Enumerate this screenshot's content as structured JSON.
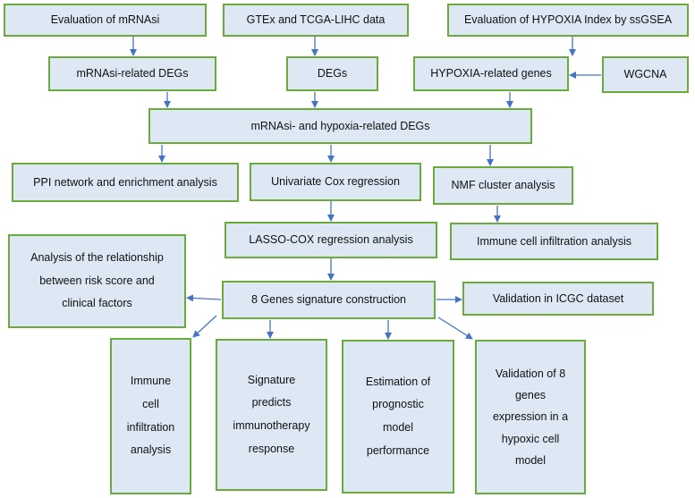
{
  "nodes": {
    "mrnasi_eval": "Evaluation of mRNAsi",
    "gtex_tcga": "GTEx and TCGA-LIHC data",
    "hypoxia_eval": "Evaluation of HYPOXIA Index by ssGSEA",
    "mrnasi_degs": "mRNAsi-related DEGs",
    "degs": "DEGs",
    "hypoxia_genes": "HYPOXIA-related genes",
    "wgcna": "WGCNA",
    "combined_degs": "mRNAsi- and hypoxia-related DEGs",
    "ppi": "PPI network and enrichment analysis",
    "univariate_cox": "Univariate Cox regression",
    "nmf": "NMF cluster analysis",
    "lasso_cox": "LASSO-COX regression analysis",
    "immune_infiltration_top": "Immune cell infiltration analysis",
    "risk_clinical": [
      "Analysis of the relationship",
      "between risk score and",
      "clinical factors"
    ],
    "signature": "8 Genes signature construction",
    "icgc": "Validation in ICGC dataset",
    "immune_infiltration_bottom": [
      "Immune",
      "cell",
      "infiltration",
      "analysis"
    ],
    "immunotherapy": [
      "Signature",
      "predicts",
      "immunotherapy",
      "response"
    ],
    "prognostic": [
      "Estimation of",
      "prognostic",
      "model",
      "performance"
    ],
    "hypoxic_validation": [
      "Validation of 8",
      "genes",
      "expression in a",
      "hypoxic cell",
      "model"
    ]
  },
  "colors": {
    "box_fill": "#dde8f4",
    "box_border": "#6aab3c",
    "arrow": "#4472c4"
  }
}
